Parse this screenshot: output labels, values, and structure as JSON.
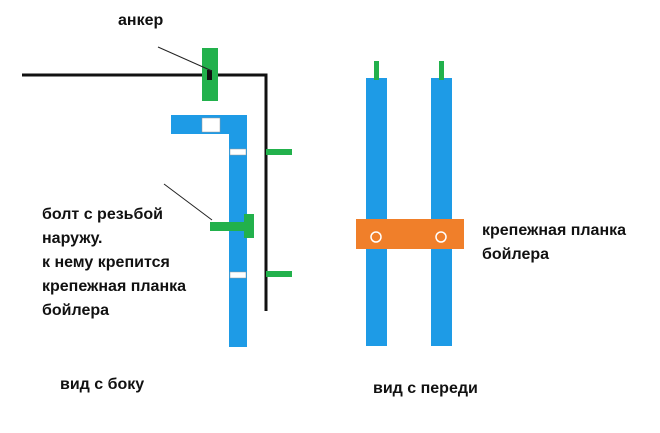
{
  "labels": {
    "anchor": "анкер",
    "bolt_lines": [
      "болт с резьбой",
      "наружу.",
      "к нему крепится",
      "крепежная планка",
      "бойлера"
    ],
    "bracket_lines": [
      "крепежная планка",
      "бойлера"
    ],
    "side_view": "вид с боку",
    "front_view": "вид с переди"
  },
  "colors": {
    "blue": "#1E9BE6",
    "green": "#22B14C",
    "orange": "#F07F2A",
    "black": "#111111",
    "white": "#ffffff"
  }
}
